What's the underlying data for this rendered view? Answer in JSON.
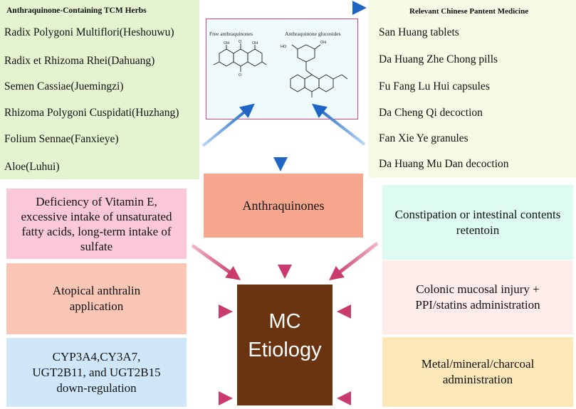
{
  "herbs": {
    "title": "Anthraquinone-Containing TCM Herbs",
    "items": [
      "Radix Polygoni Multiflori(Heshouwu)",
      "Radix et Rhizoma Rhei(Dahuang)",
      "Semen Cassiae(Juemingzi)",
      "Rhizoma Polygoni Cuspidati(Huzhang)",
      "Folium Sennae(Fanxieye)",
      "Aloe(Luhui)"
    ]
  },
  "medicine": {
    "title": "Relevant Chinese Pantent Medicine",
    "items": [
      "San Huang tablets",
      "Da Huang Zhe Chong pills",
      "Fu Fang Lu Hui capsules",
      "Da Cheng Qi decoction",
      "Fan Xie Ye granules",
      "Da Huang Mu Dan decoction"
    ]
  },
  "structures": {
    "free_label": "Free anthraquinones",
    "glucoside_label": "Anthraquinone glucosides",
    "atom_labels": [
      "OH",
      "O",
      "OH",
      "O",
      "HO",
      "OH"
    ]
  },
  "factors": {
    "anthraquinones": "Anthraquinones",
    "vitamin": "Deficiency of Vitamin E, excessive intake of unsaturated fatty acids, long-term intake of sulfate",
    "constipation": "Constipation or intestinal contents retentoin",
    "anthralin": "Atopical anthralin application",
    "colonic": "Colonic mucosal injury + PPI/statins administration",
    "cyp": "CYP3A4,CY3A7, UGT2B11, and UGT2B15 down-regulation",
    "metal": "Metal/mineral/charcoal administration"
  },
  "center": {
    "line1": "MC",
    "line2": "Etiology"
  },
  "colors": {
    "herbs_bg": "#e4f4d0",
    "medicine_bg": "#f5fbe4",
    "structure_border": "#e0428a",
    "structure_bg": "#effafa",
    "anthraquinones_bg": "#f6a68d",
    "vitamin_bg": "#fac8d6",
    "constipation_bg": "#ddfbf2",
    "anthralin_bg": "#fac7b6",
    "colonic_bg": "#fdecea",
    "cyp_bg": "#cfe7f8",
    "metal_bg": "#fbe7b8",
    "center_bg": "#6b3411",
    "blue_arrow": "#1f66c4",
    "red_arrow": "#c93b6c"
  }
}
